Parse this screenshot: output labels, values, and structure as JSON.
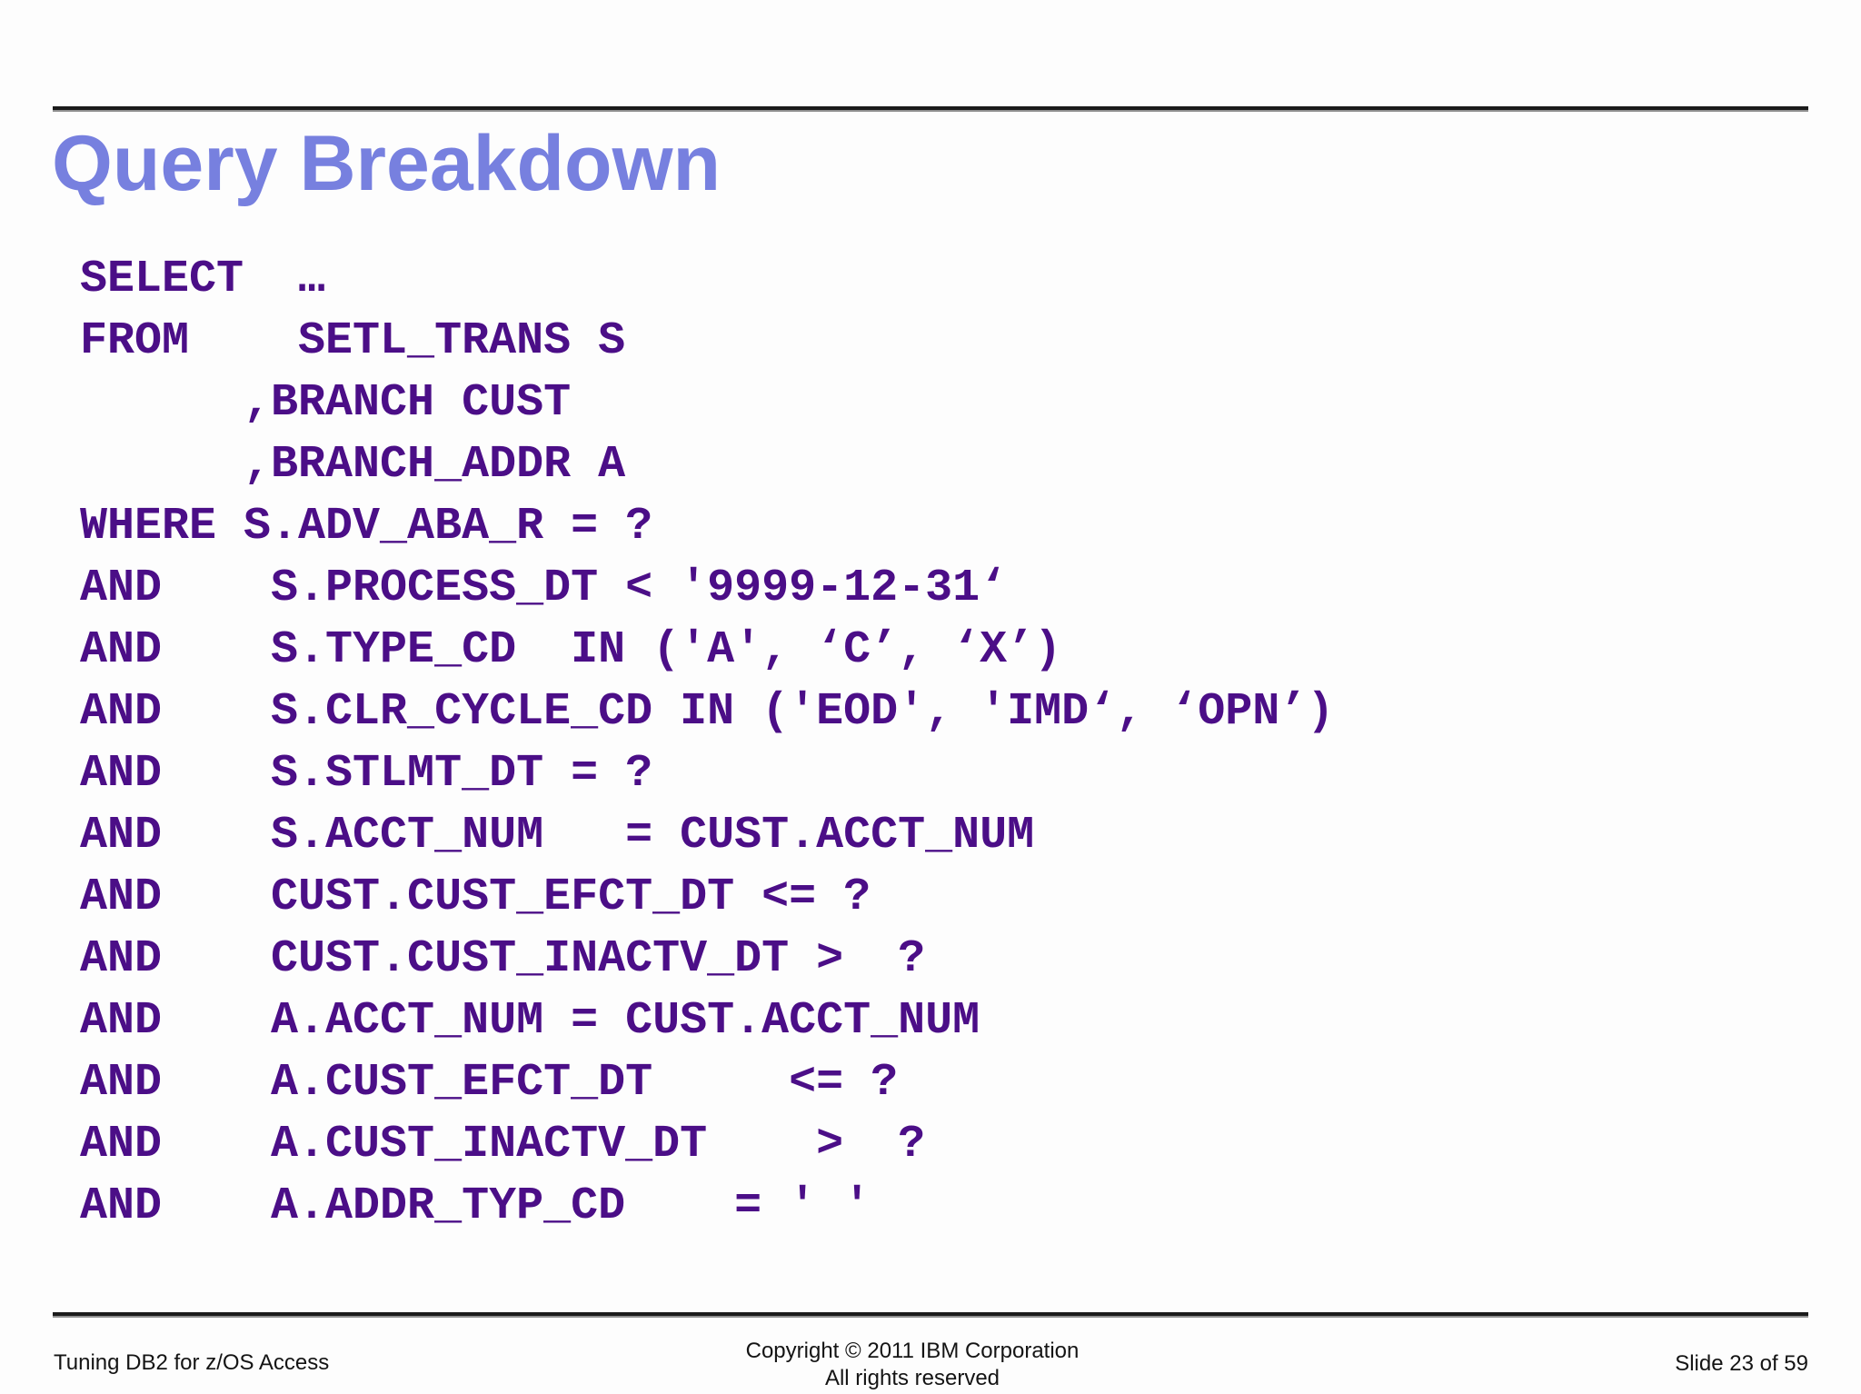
{
  "slide": {
    "title": "Query Breakdown",
    "title_color": "#7780DF",
    "code_color": "#4B0E87"
  },
  "sql": {
    "lines": [
      "SELECT  …",
      "FROM    SETL_TRANS S",
      "      ,BRANCH CUST",
      "      ,BRANCH_ADDR A",
      "WHERE S.ADV_ABA_R = ?",
      "AND    S.PROCESS_DT < '9999-12-31‘",
      "AND    S.TYPE_CD  IN ('A', ‘C’, ‘X’)",
      "AND    S.CLR_CYCLE_CD IN ('EOD', 'IMD‘, ‘OPN’)",
      "AND    S.STLMT_DT = ?",
      "AND    S.ACCT_NUM   = CUST.ACCT_NUM",
      "AND    CUST.CUST_EFCT_DT <= ?",
      "AND    CUST.CUST_INACTV_DT >  ?",
      "AND    A.ACCT_NUM = CUST.ACCT_NUM",
      "AND    A.CUST_EFCT_DT     <= ?",
      "AND    A.CUST_INACTV_DT    >  ?",
      "AND    A.ADDR_TYP_CD    = ' '"
    ]
  },
  "footer": {
    "left": "Tuning DB2 for z/OS Access",
    "center_line1": "Copyright © 2011 IBM Corporation",
    "center_line2": "All rights reserved",
    "right": "Slide 23 of 59"
  }
}
